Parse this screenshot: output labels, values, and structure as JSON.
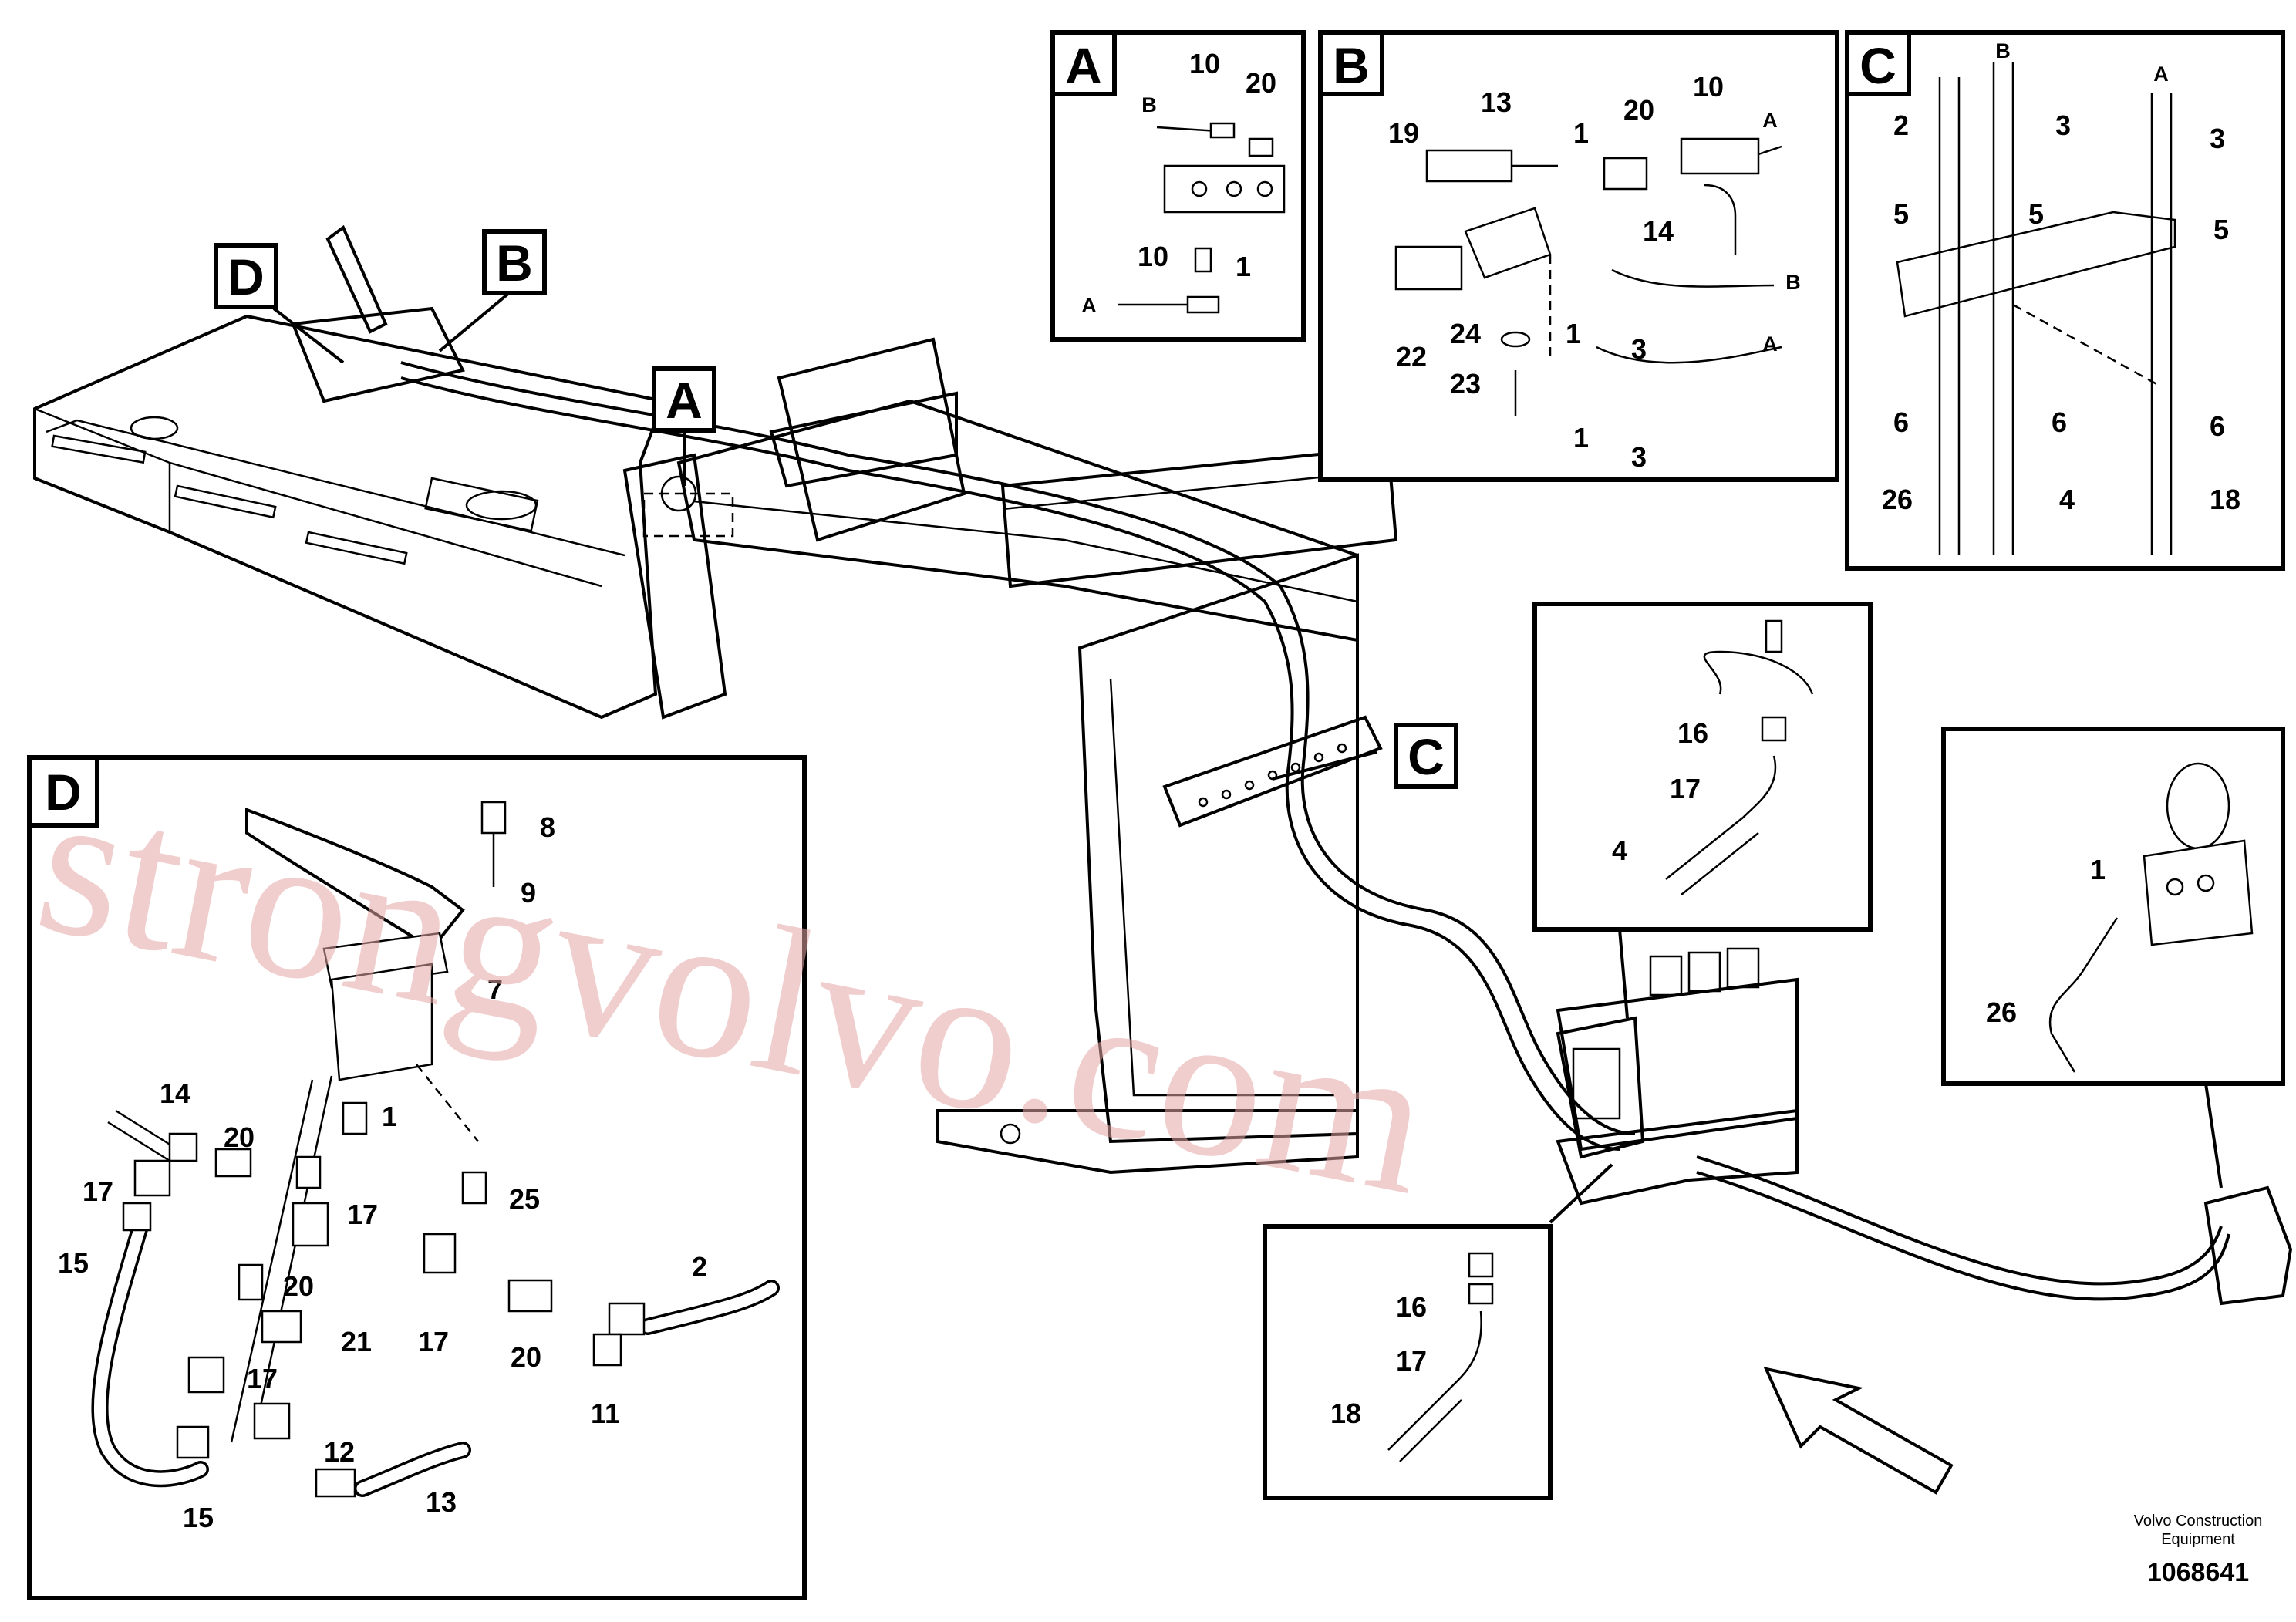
{
  "callouts": {
    "A": "A",
    "B": "B",
    "C": "C",
    "D": "D"
  },
  "panel_a": {
    "badge": "A",
    "parts": [
      "10",
      "20",
      "10",
      "1"
    ],
    "letters": [
      "B",
      "A"
    ]
  },
  "panel_b": {
    "badge": "B",
    "parts": [
      "13",
      "1",
      "20",
      "10",
      "19",
      "14",
      "22",
      "24",
      "1",
      "3",
      "23",
      "1",
      "3"
    ],
    "letters": [
      "A",
      "B",
      "A"
    ]
  },
  "panel_c": {
    "badge": "C",
    "parts": [
      "2",
      "3",
      "3",
      "5",
      "5",
      "5",
      "6",
      "6",
      "6",
      "26",
      "4",
      "18"
    ],
    "letters": [
      "B",
      "A"
    ]
  },
  "panel_d": {
    "badge": "D",
    "parts": [
      "8",
      "9",
      "7",
      "1",
      "14",
      "20",
      "17",
      "17",
      "25",
      "15",
      "20",
      "21",
      "17",
      "20",
      "2",
      "17",
      "11",
      "12",
      "15",
      "13"
    ]
  },
  "detail_valve": {
    "parts": [
      "16",
      "17",
      "4"
    ]
  },
  "detail_accumulator": {
    "parts": [
      "1",
      "26"
    ]
  },
  "detail_lower": {
    "parts": [
      "16",
      "17",
      "18"
    ]
  },
  "watermark": "strongvolvo.com",
  "footer": {
    "company_line1": "Volvo Construction",
    "company_line2": "Equipment",
    "drawing_number": "1068641"
  }
}
